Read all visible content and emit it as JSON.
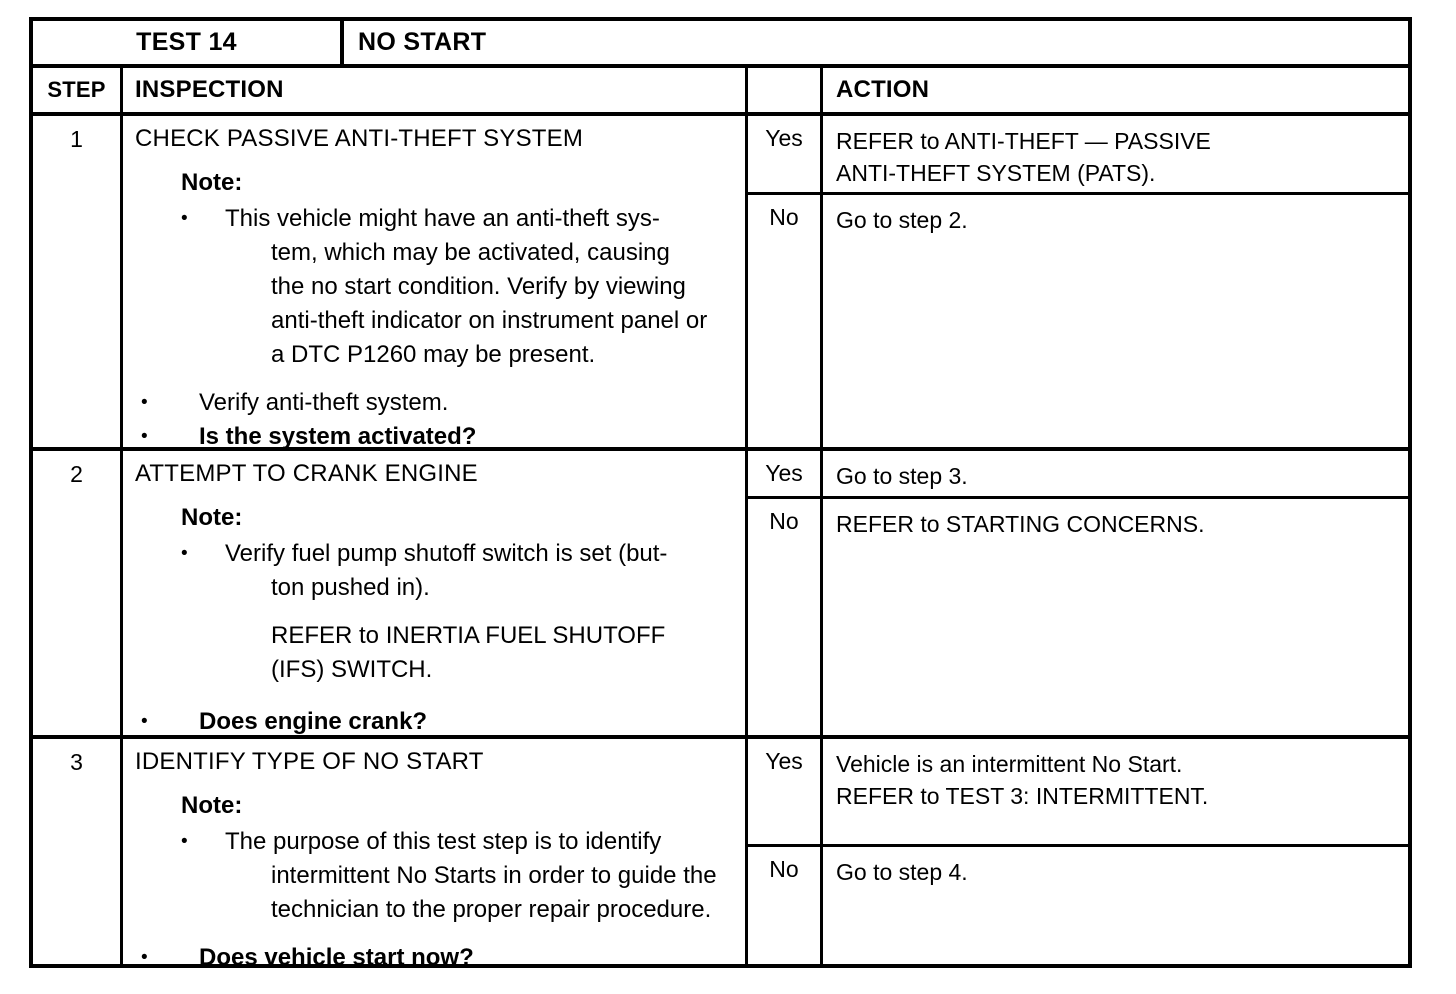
{
  "document": {
    "title_row": {
      "test_label": "TEST 14",
      "test_name": "NO START"
    },
    "column_headers": {
      "step": "STEP",
      "inspection": "INSPECTION",
      "action": "ACTION"
    },
    "bullet_glyph": "•",
    "note_label": "Note:",
    "steps": [
      {
        "number": "1",
        "inspection": {
          "title": "CHECK PASSIVE ANTI-THEFT SYSTEM",
          "note_bullet_lines": [
            "This vehicle might have an anti-theft sys-",
            "tem, which may be activated, causing",
            "the no start condition.  Verify by viewing",
            "anti-theft indicator on instrument panel or",
            "a DTC P1260 may be present."
          ],
          "outer_bullets": [
            {
              "text": "Verify anti-theft system.",
              "bold": false
            },
            {
              "text": "Is the system activated?",
              "bold": true
            }
          ]
        },
        "branches": [
          {
            "label": "Yes",
            "lines": [
              "REFER to ANTI-THEFT — PASSIVE",
              "ANTI-THEFT SYSTEM (PATS)."
            ]
          },
          {
            "label": "No",
            "lines": [
              "Go to step 2."
            ]
          }
        ]
      },
      {
        "number": "2",
        "inspection": {
          "title": "ATTEMPT TO CRANK ENGINE",
          "note_bullet_lines": [
            "Verify fuel pump shutoff switch is set (but-",
            "ton pushed in)."
          ],
          "sub_paragraph": [
            "REFER to INERTIA FUEL SHUTOFF",
            "(IFS) SWITCH."
          ],
          "outer_bullets": [
            {
              "text": "Does engine crank?",
              "bold": true
            }
          ]
        },
        "branches": [
          {
            "label": "Yes",
            "lines": [
              "Go to step 3."
            ]
          },
          {
            "label": "No",
            "lines": [
              "REFER to STARTING CONCERNS."
            ]
          }
        ]
      },
      {
        "number": "3",
        "inspection": {
          "title": "IDENTIFY TYPE OF NO START",
          "note_bullet_lines": [
            "The purpose of this test step is to identify",
            "intermittent No Starts in order to guide the",
            "technician to the proper repair procedure."
          ],
          "outer_bullets": [
            {
              "text": "Does vehicle start now?",
              "bold": true
            }
          ]
        },
        "branches": [
          {
            "label": "Yes",
            "lines": [
              "Vehicle is an intermittent No Start.",
              "REFER to TEST 3:  INTERMITTENT."
            ]
          },
          {
            "label": "No",
            "lines": [
              "Go to step 4."
            ]
          }
        ]
      }
    ]
  }
}
